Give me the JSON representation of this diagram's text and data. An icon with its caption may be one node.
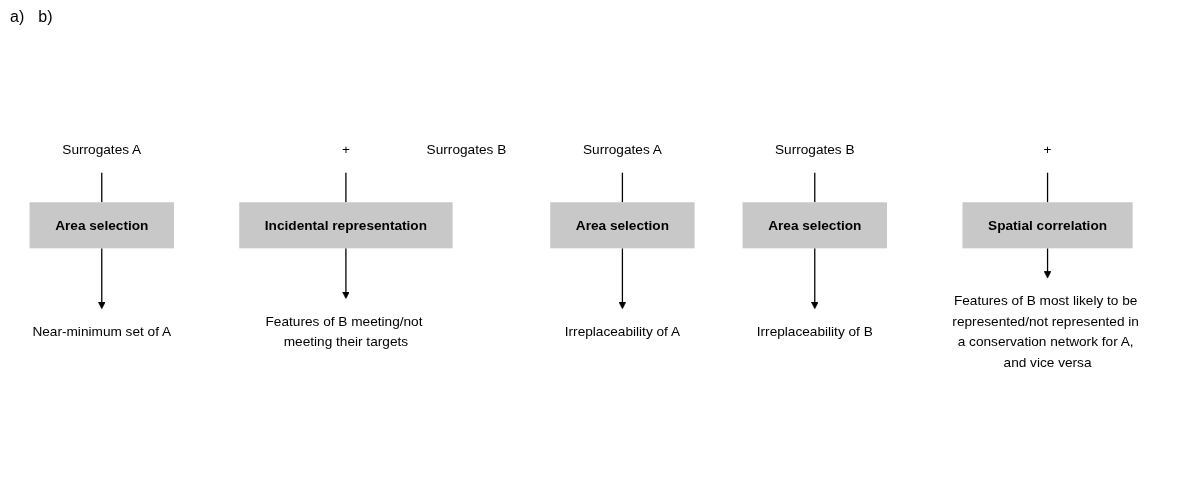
{
  "diagram": {
    "nodes": [
      {
        "text": [
          "Surrogates A"
        ]
      },
      {
        "text": [
          "Area selection"
        ]
      },
      {
        "text": [
          "Near-minimum set of A"
        ]
      },
      {
        "text": [
          "+"
        ]
      },
      {
        "text": [
          "Surrogates B"
        ]
      },
      {
        "text": [
          "Incidental representation"
        ]
      },
      {
        "text": [
          "Features of B meeting/not meeting their targets"
        ]
      },
      {
        "text": [
          "Surrogates A"
        ]
      },
      {
        "text": [
          "Surrogates B"
        ]
      },
      {
        "text": [
          "Area selection"
        ]
      },
      {
        "text": [
          "Area selection"
        ]
      },
      {
        "text": [
          "Irreplaceability of A"
        ]
      },
      {
        "text": [
          "+"
        ]
      },
      {
        "text": [
          "Irreplaceability of B"
        ]
      },
      {
        "text": [
          "Spatial correlation"
        ]
      },
      {
        "text": [
          "Features of B most likely to be represented/not represented in a conservation network for A, and vice versa"
        ]
      }
    ],
    "edges": [
      {
        "from": 0,
        "to": 1,
        "arrow": "none"
      },
      {
        "from": 1,
        "to": 2,
        "arrow": "to"
      },
      {
        "from": 3,
        "to": 5,
        "arrow": "none"
      },
      {
        "from": 5,
        "to": 6,
        "arrow": "to"
      },
      {
        "from": 7,
        "to": 9,
        "arrow": "none"
      },
      {
        "from": 9,
        "to": 11,
        "arrow": "to"
      },
      {
        "from": 8,
        "to": 10,
        "arrow": "none"
      },
      {
        "from": 10,
        "to": 13,
        "arrow": "to"
      },
      {
        "from": 12,
        "to": 14,
        "arrow": "none"
      },
      {
        "from": 14,
        "to": 15,
        "arrow": "to"
      }
    ],
    "labels": [
      "a)",
      "b)"
    ]
  }
}
